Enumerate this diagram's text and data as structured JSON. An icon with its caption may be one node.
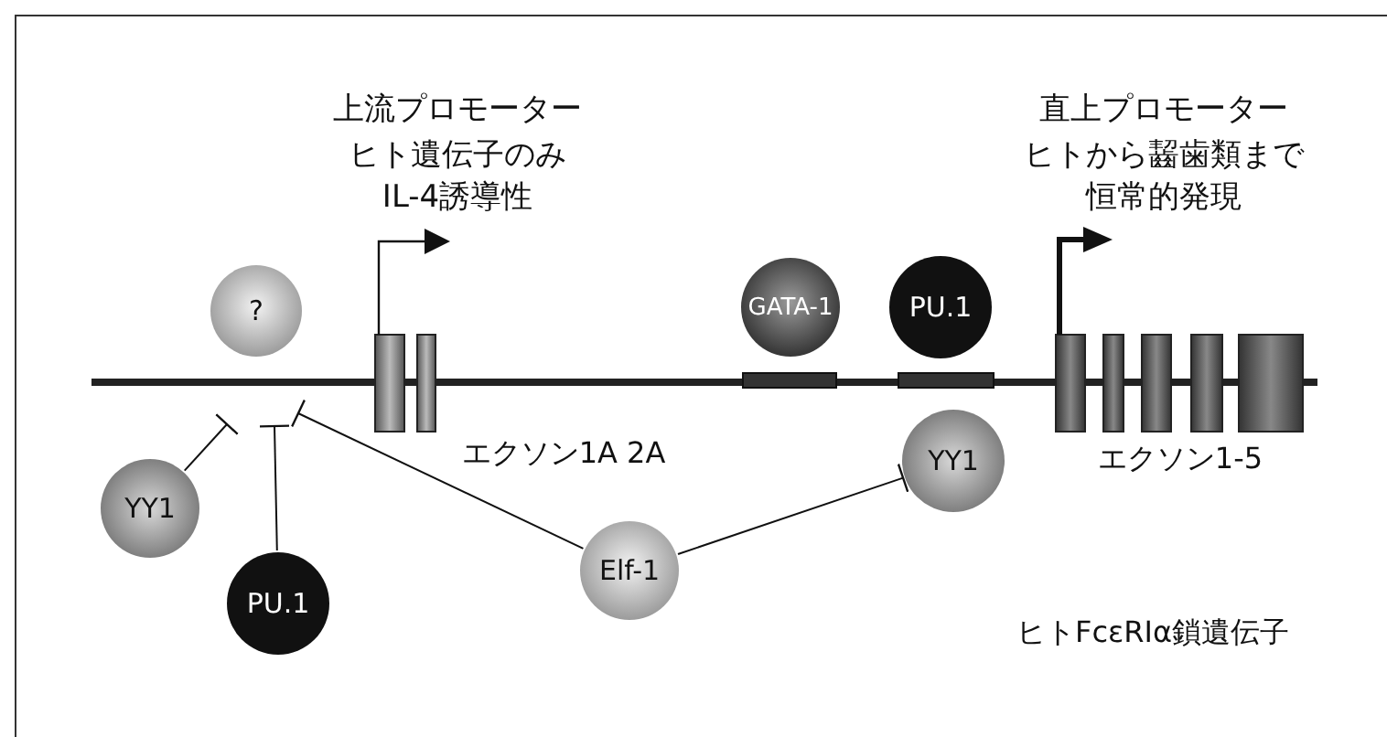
{
  "diagram": {
    "nodes": [
      {
        "text": [
          "?"
        ]
      },
      {
        "text": [
          "YY1"
        ]
      },
      {
        "text": [
          "PU.1"
        ]
      },
      {
        "text": [
          "Elf-1"
        ]
      },
      {
        "text": [
          "GATA-1"
        ]
      },
      {
        "text": [
          "PU.1"
        ]
      },
      {
        "text": [
          "YY1"
        ]
      }
    ],
    "edges": [
      {
        "from": 1,
        "to": null,
        "arrow": "other"
      },
      {
        "from": 2,
        "to": null,
        "arrow": "other"
      },
      {
        "from": 3,
        "to": null,
        "arrow": "other"
      },
      {
        "from": 3,
        "to": 6,
        "arrow": "other"
      }
    ],
    "labels": [
      "上流プロモーター",
      "ヒト遺伝子のみ",
      "IL-4誘導性",
      "直上プロモーター",
      "ヒトから齧歯類まで",
      "恒常的発現",
      "エクソン1A 2A",
      "エクソン1-5",
      "ヒトFcεRIα鎖遺伝子"
    ]
  }
}
